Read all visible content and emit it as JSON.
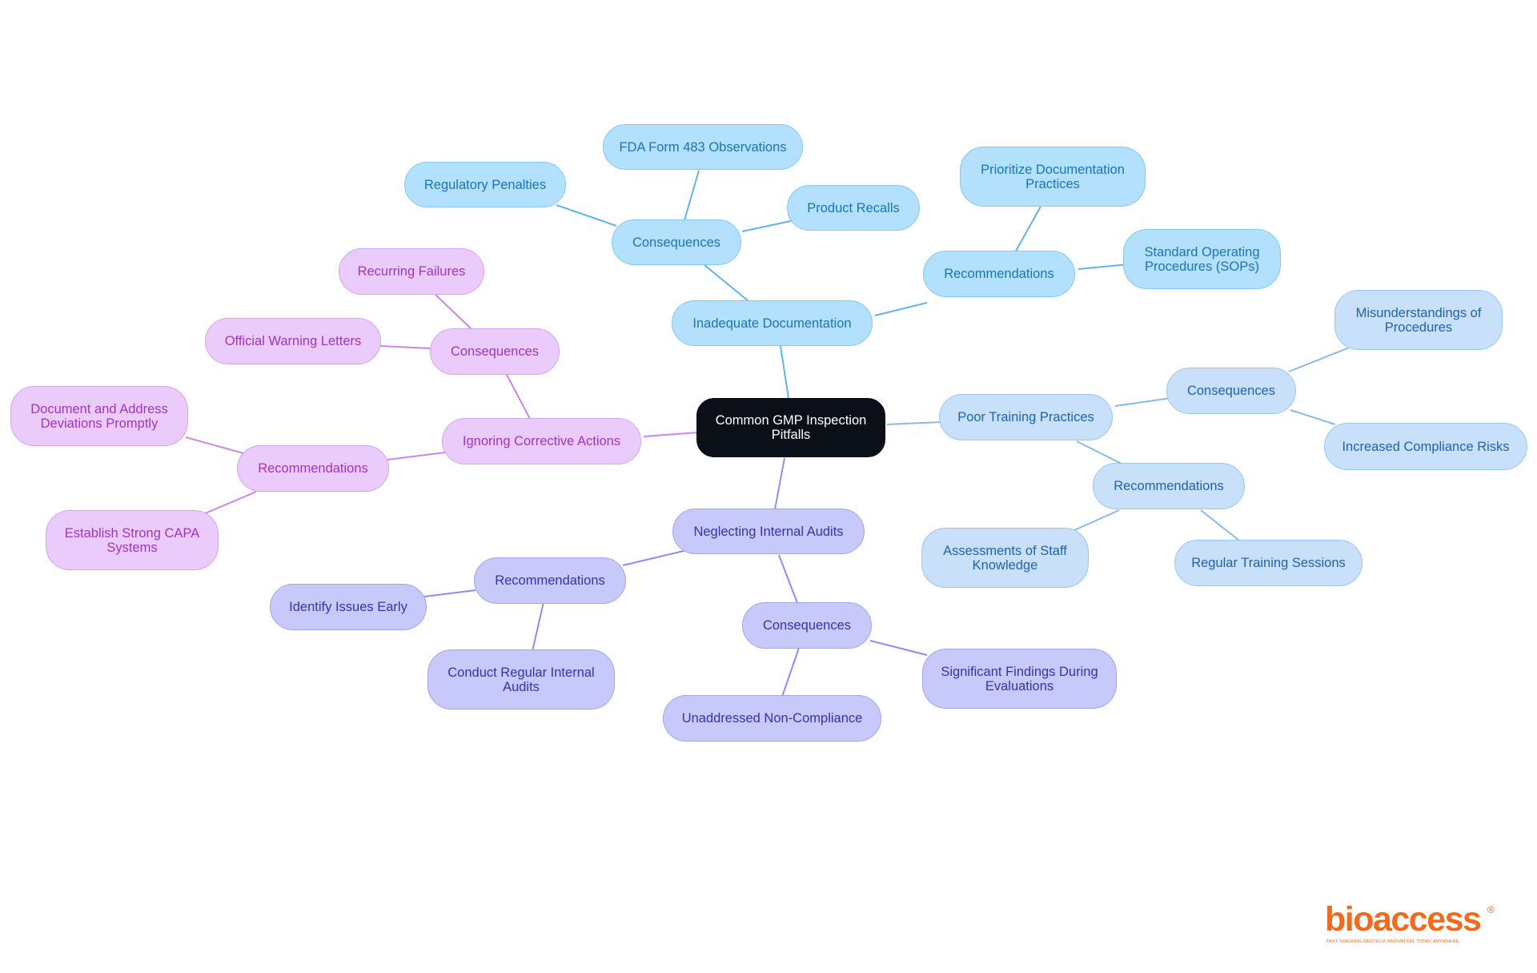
{
  "mindmap": {
    "root": "Common GMP Inspection Pitfalls",
    "branches": {
      "doc": {
        "label": "Inadequate Documentation",
        "consequences": {
          "label": "Consequences",
          "items": [
            "FDA Form 483 Observations",
            "Regulatory Penalties",
            "Product Recalls"
          ]
        },
        "recommendations": {
          "label": "Recommendations",
          "items": [
            "Prioritize Documentation Practices",
            "Standard Operating Procedures (SOPs)"
          ]
        }
      },
      "training": {
        "label": "Poor Training Practices",
        "consequences": {
          "label": "Consequences",
          "items": [
            "Misunderstandings of Procedures",
            "Increased Compliance Risks"
          ]
        },
        "recommendations": {
          "label": "Recommendations",
          "items": [
            "Assessments of Staff Knowledge",
            "Regular Training Sessions"
          ]
        }
      },
      "audits": {
        "label": "Neglecting Internal Audits",
        "recommendations": {
          "label": "Recommendations",
          "items": [
            "Identify Issues Early",
            "Conduct Regular Internal Audits"
          ]
        },
        "consequences": {
          "label": "Consequences",
          "items": [
            "Unaddressed Non-Compliance",
            "Significant Findings During Evaluations"
          ]
        }
      },
      "corrective": {
        "label": "Ignoring Corrective Actions",
        "consequences": {
          "label": "Consequences",
          "items": [
            "Recurring Failures",
            "Official Warning Letters"
          ]
        },
        "recommendations": {
          "label": "Recommendations",
          "items": [
            "Document and Address Deviations Promptly",
            "Establish Strong CAPA Systems"
          ]
        }
      }
    },
    "colors": {
      "root": "#0b0f17",
      "doc": "#b3e0fd",
      "training": "#c8e0fa",
      "audits": "#c8c9fb",
      "corrective": "#ebcbfc",
      "line_doc": "#5fb4ea",
      "line_training": "#8ab9e8",
      "line_audits": "#8b8ef0",
      "line_corrective": "#cc85e8"
    }
  },
  "logo": {
    "text": "bioaccess",
    "registered": "®",
    "tagline": "FAST-TRACKING MEDTECH INNOVATION. TODAY. ANYWHERE.",
    "color": "#f26a1b"
  }
}
